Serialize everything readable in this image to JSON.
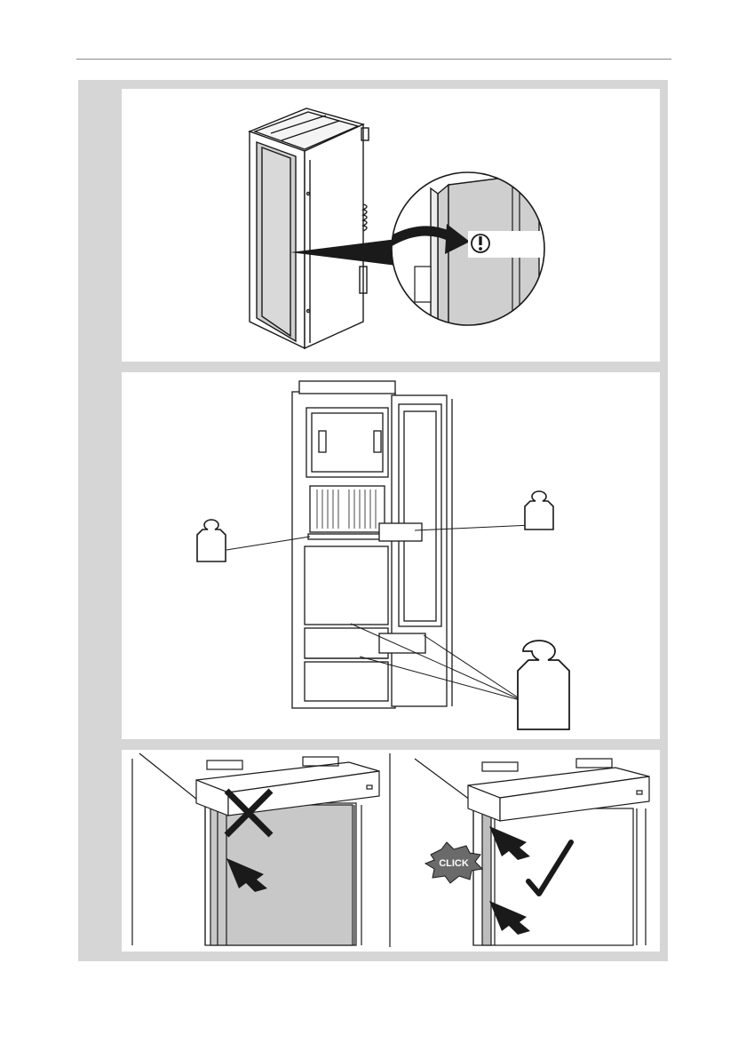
{
  "steps": [
    {
      "id": 1,
      "icon": "attention-icon"
    },
    {
      "id": 2,
      "icons": [
        "weight-icon-small-left",
        "weight-icon-small-right",
        "weight-icon-large"
      ]
    },
    {
      "id": 3,
      "variants": [
        "incorrect-cross-icon",
        "correct-check-icon"
      ]
    }
  ],
  "click_label": "CLICK",
  "colors": {
    "frame": "#d6d6d6",
    "panel": "#ffffff",
    "line": "#1a1a1a",
    "fill_gray": "#bdbdbd"
  }
}
